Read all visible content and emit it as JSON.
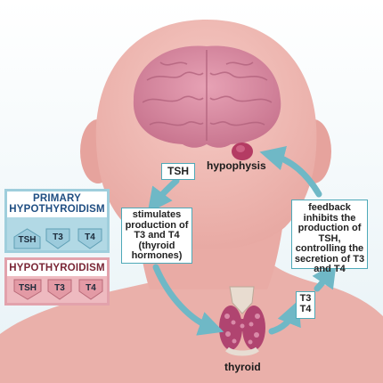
{
  "diagram": {
    "labels": {
      "hypophysis": "hypophysis",
      "thyroid": "thyroid",
      "tsh": "TSH",
      "stimulates": "stimulates production of T3 and T4 (thyroid hormones)",
      "feedback": "feedback inhibits the production of TSH, controlling the secretion of T3 and T4",
      "t3": "T3",
      "t4": "T4"
    },
    "panels": [
      {
        "title": "PRIMARY HYPOTHYROIDISM",
        "tags": [
          {
            "label": "TSH",
            "direction": "up"
          },
          {
            "label": "T3",
            "direction": "down"
          },
          {
            "label": "T4",
            "direction": "down"
          }
        ]
      },
      {
        "title": "HYPOTHYROIDISM",
        "tags": [
          {
            "label": "TSH",
            "direction": "down"
          },
          {
            "label": "T3",
            "direction": "down"
          },
          {
            "label": "T4",
            "direction": "down"
          }
        ]
      }
    ],
    "colors": {
      "skin": "#f0b9b3",
      "skin_dark": "#e19b96",
      "brain": "#d88aa0",
      "arrow": "#6fb8c6",
      "box_border": "#4ea9b8",
      "primary_panel": "#b2d9e5",
      "hypo_panel": "#eebac0"
    }
  }
}
